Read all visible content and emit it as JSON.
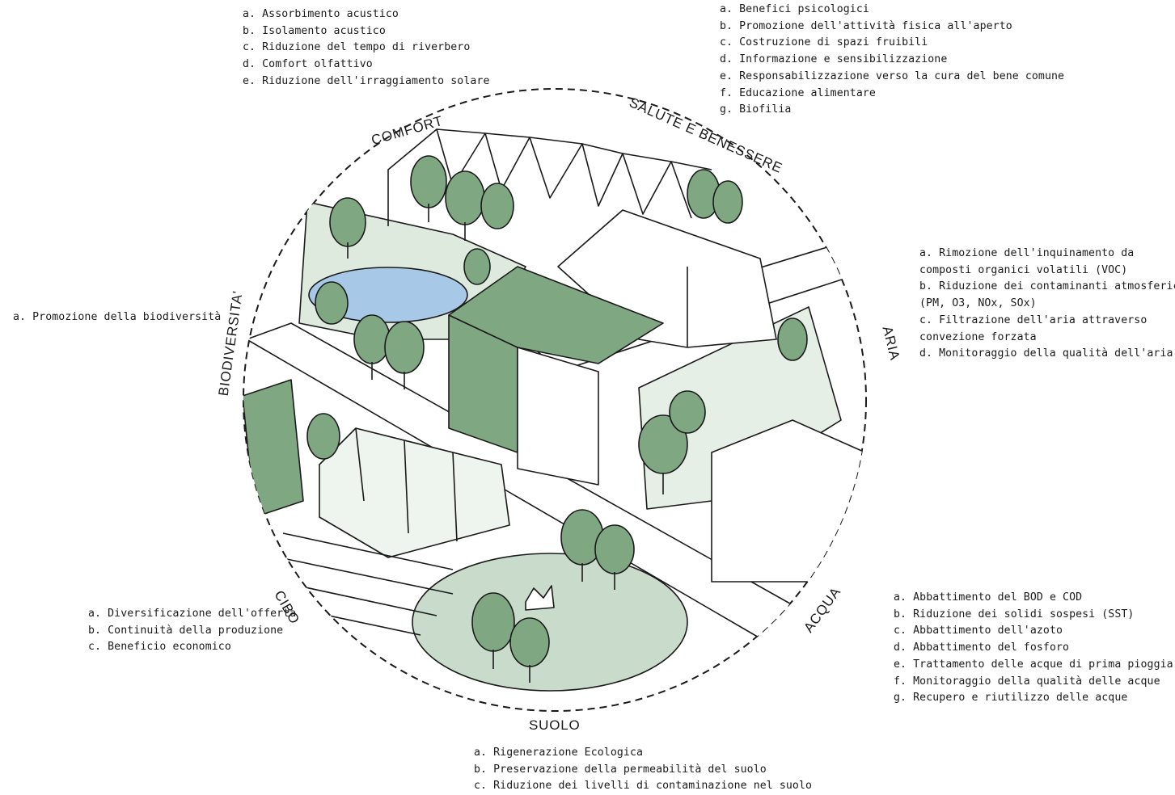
{
  "categories": {
    "comfort": "COMFORT",
    "salute": "SALUTE E BENESSERE",
    "biodiversita": "BIODIVERSITA'",
    "aria": "ARIA",
    "cibo": "CIBO",
    "acqua": "ACQUA",
    "suolo": "SUOLO"
  },
  "lists": {
    "comfort": [
      "a. Assorbimento acustico",
      "b. Isolamento acustico",
      "c. Riduzione del tempo di riverbero",
      "d. Comfort olfattivo",
      "e. Riduzione dell'irraggiamento solare"
    ],
    "salute": [
      "a. Benefici psicologici",
      "b. Promozione dell'attività fisica all'aperto",
      "c. Costruzione di spazi fruibili",
      "d. Informazione e sensibilizzazione",
      "e. Responsabilizzazione verso la cura del bene comune",
      "f. Educazione alimentare",
      "g. Biofilia"
    ],
    "biodiversita": [
      "a. Promozione della biodiversità"
    ],
    "aria": [
      "a. Rimozione dell'inquinamento da",
      "composti organici volatili (VOC)",
      "b. Riduzione dei contaminanti atmosferici",
      "(PM, O3, NOx, SOx)",
      "c. Filtrazione dell'aria attraverso",
      "convezione forzata",
      "d. Monitoraggio della qualità dell'aria"
    ],
    "cibo": [
      "a. Diversificazione dell'offerta",
      "b. Continuità della produzione",
      "c. Beneficio economico"
    ],
    "acqua": [
      "a. Abbattimento del BOD e COD",
      "b. Riduzione dei solidi sospesi (SST)",
      "c. Abbattimento dell'azoto",
      "d. Abbattimento del fosforo",
      "e. Trattamento delle acque di prima pioggia",
      "f. Monitoraggio della qualità delle acque",
      "g. Recupero e riutilizzo delle acque"
    ],
    "suolo": [
      "a. Rigenerazione Ecologica",
      "b. Preservazione della permeabilità del suolo",
      "c. Riduzione dei livelli di contaminazione nel suolo"
    ]
  },
  "colors": {
    "greenery": "#7fa882",
    "greenery_light": "#c9dccb",
    "water": "#a8c8e8",
    "line": "#1a1a1a"
  }
}
